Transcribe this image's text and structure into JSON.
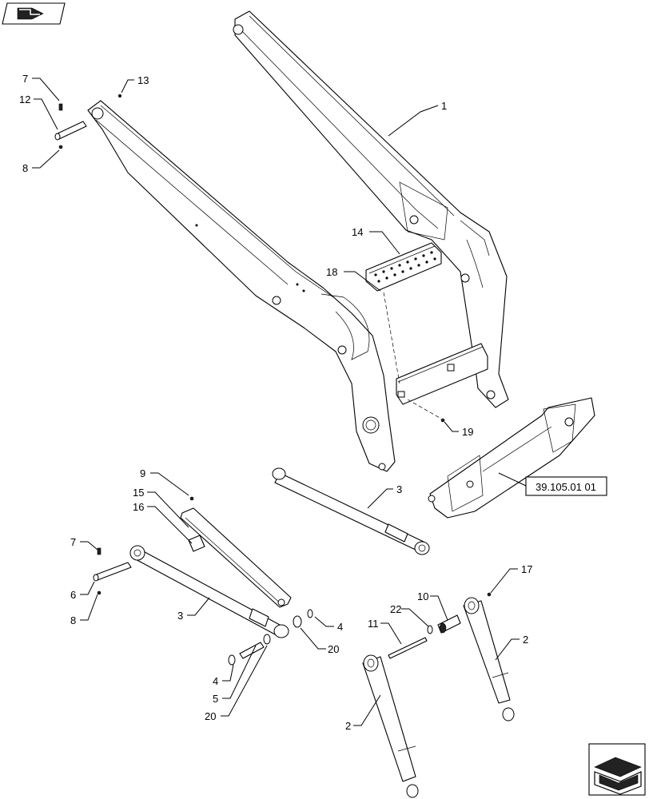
{
  "callouts": {
    "c1": "1",
    "c2a": "2",
    "c2b": "2",
    "c3a": "3",
    "c3b": "3",
    "c4a": "4",
    "c4b": "4",
    "c5": "5",
    "c6": "6",
    "c7a": "7",
    "c7b": "7",
    "c8a": "8",
    "c8b": "8",
    "c9": "9",
    "c10": "10",
    "c11": "11",
    "c12": "12",
    "c13": "13",
    "c14": "14",
    "c15": "15",
    "c16": "16",
    "c17": "17",
    "c18": "18",
    "c19": "19",
    "c20a": "20",
    "c20b": "20",
    "c22": "22"
  },
  "reference_box": "39.105.01 01",
  "icons": {
    "top_left": "book-page-icon",
    "bottom_right": "next-page-arrow-icon"
  }
}
